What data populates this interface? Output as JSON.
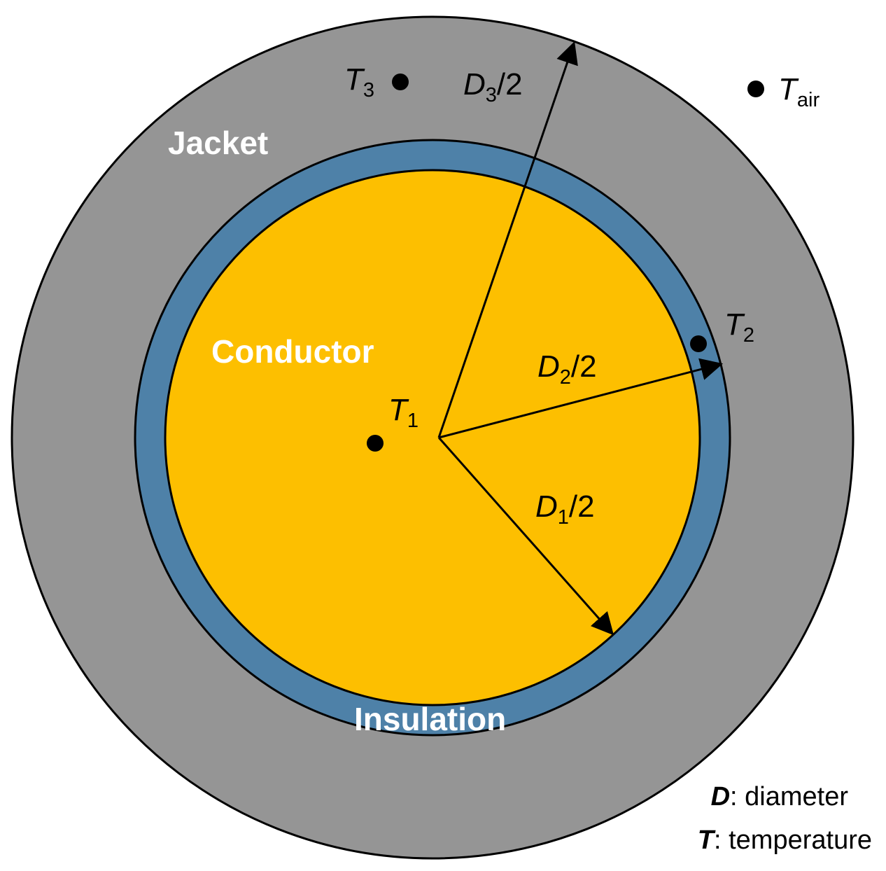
{
  "colors": {
    "jacket": "#959595",
    "insulation": "#4e81a8",
    "conductor": "#fdbf00",
    "outline": "#000000",
    "layer_label": "#ffffff"
  },
  "layers": {
    "jacket": "Jacket",
    "conductor": "Conductor",
    "insulation": "Insulation"
  },
  "points": {
    "t1": {
      "symbol": "T",
      "sub": "1"
    },
    "t2": {
      "symbol": "T",
      "sub": "2"
    },
    "t3": {
      "symbol": "T",
      "sub": "3"
    },
    "tair": {
      "symbol": "T",
      "sub": "air"
    }
  },
  "radii": {
    "d1": {
      "symbol": "D",
      "sub": "1",
      "suffix": "/2"
    },
    "d2": {
      "symbol": "D",
      "sub": "2",
      "suffix": "/2"
    },
    "d3": {
      "symbol": "D",
      "sub": "3",
      "suffix": "/2"
    }
  },
  "legend": {
    "d_key": "D",
    "d_desc": ": diameter",
    "t_key": "T",
    "t_desc": ": temperature"
  }
}
